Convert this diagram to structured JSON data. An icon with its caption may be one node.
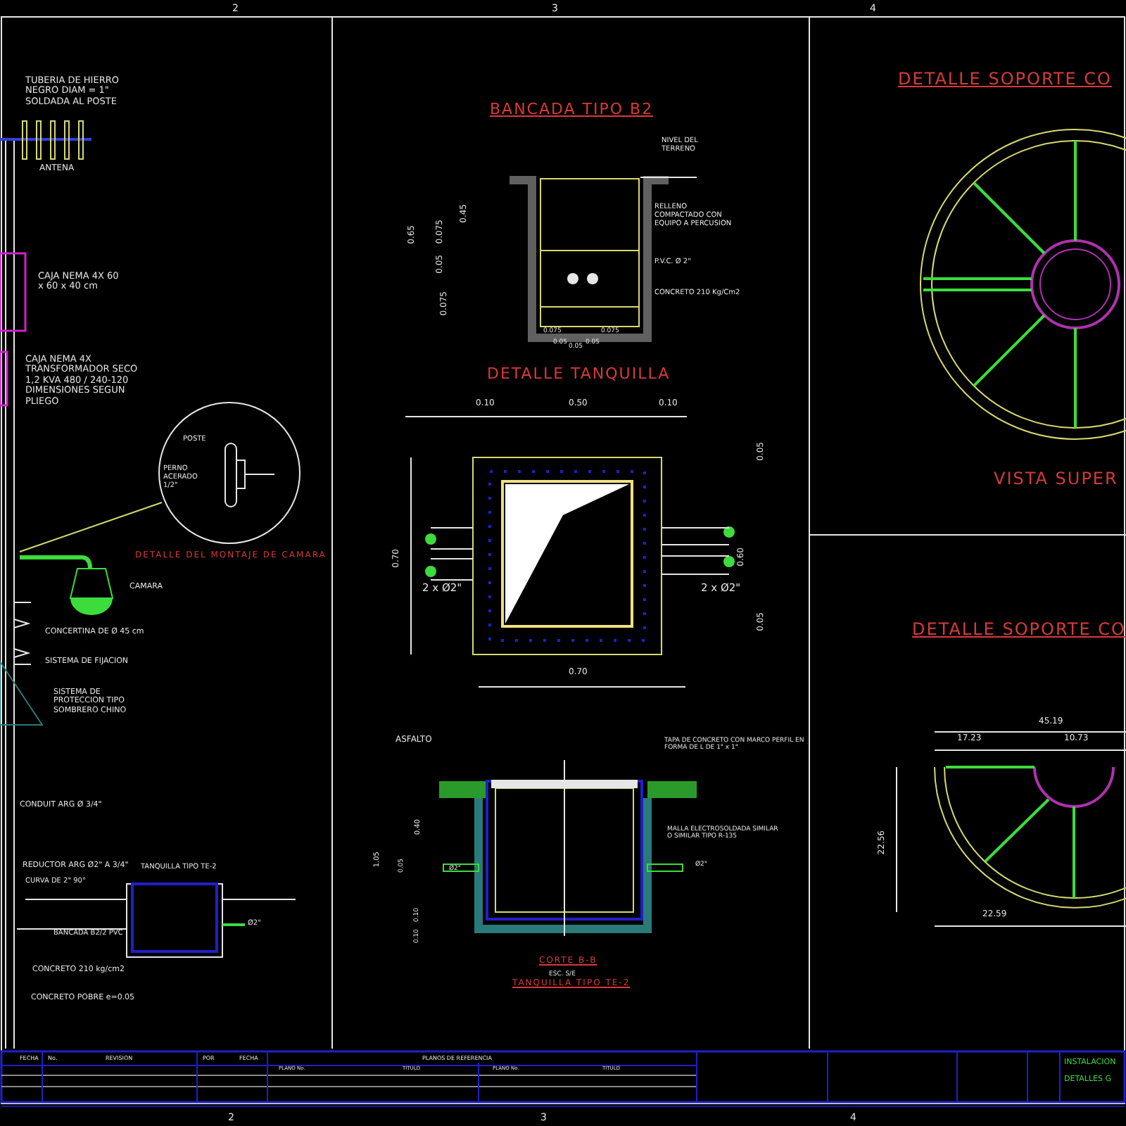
{
  "diagram": {
    "labels": [
      "2",
      "3",
      "4",
      "TUBERIA DE HIERRO NEGRO DIAM = 1\" SOLDADA AL POSTE",
      "ANTENA",
      "CAJA NEMA 4X 60 x 60 x 40 cm",
      "CAJA NEMA 4X TRANSFORMADOR SECO 1,2 KVA 480 / 240-120 DIMENSIONES SEGUN PLIEGO",
      "POSTE",
      "PERNO ACERADO 1/2\"",
      "DETALLE DEL MONTAJE DE CAMARA",
      "CAMARA",
      "CONCERTINA DE Ø 45 cm",
      "SISTEMA DE FIJACION",
      "SISTEMA DE PROTECCION TIPO SOMBRERO CHINO",
      "CONDUIT ARG Ø 3/4\"",
      "REDUCTOR ARG Ø2\" A 3/4\"",
      "CURVA DE 2\" 90°",
      "TANQUILLA TIPO TE-2",
      "BANCADA B2/2 PVC",
      "Ø2\"",
      "CONCRETO 210 kg/cm2",
      "CONCRETO POBRE e=0.05",
      "BANCADA TIPO B2",
      "NIVEL DEL TERRENO",
      "RELLENO COMPACTADO CON EQUIPO A PERCUSION",
      "P.V.C. Ø 2\"",
      "CONCRETO 210 Kg/Cm2",
      "0.65",
      "0.45",
      "0.075",
      "0.05",
      "0.075",
      "0.075",
      "0.05",
      "0.05",
      "0.05",
      "0.075",
      "DETALLE TANQUILLA",
      "0.10",
      "0.50",
      "0.10",
      "0.70",
      "0.05",
      "0.60",
      "0.05",
      "2 x Ø2\"",
      "2 x Ø2\"",
      "0.70",
      "ASFALTO",
      "TAPA DE CONCRETO CON MARCO PERFIL EN FORMA DE L DE 1\" x 1\"",
      "MALLA ELECTROSOLDADA SIMILAR O SIMILAR TIPO R-135",
      "Ø2\"",
      "Ø2\"",
      "1.05",
      "0.40",
      "0.05",
      "0.10",
      "0.10",
      "CORTE B-B",
      "ESC. S/E",
      "TANQUILLA TIPO TE-2",
      "DETALLE SOPORTE CO",
      "VISTA SUPER",
      "DETALLE SOPORTE CO",
      "45.19",
      "17.23",
      "10.73",
      "22.56",
      "22.59",
      "FECHA",
      "No.",
      "REVISION",
      "POR",
      "FECHA",
      "PLANOS DE REFERENCIA",
      "PLANO No.",
      "TITULO",
      "PLANO No.",
      "TITULO",
      "INSTALACION",
      "DETALLES G",
      "2",
      "3",
      "4"
    ]
  }
}
